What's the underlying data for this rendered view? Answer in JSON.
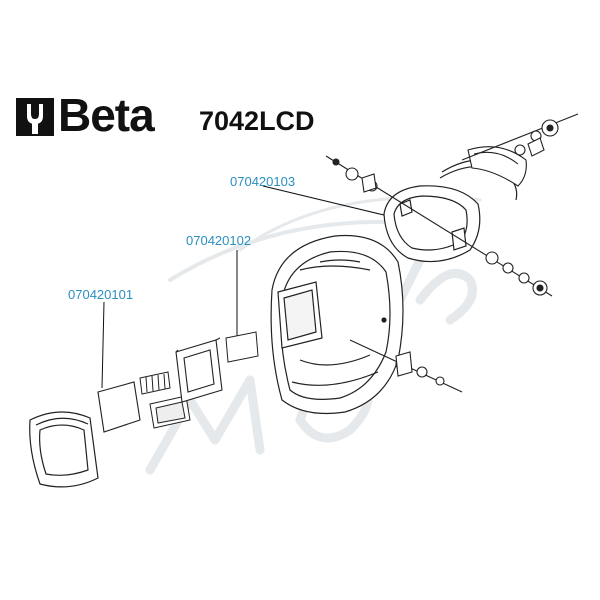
{
  "header": {
    "brand": "Beta",
    "model": "7042LCD",
    "logo_icon": "beta-wrench-logo-icon"
  },
  "parts": [
    {
      "code": "070420101"
    },
    {
      "code": "070420102"
    },
    {
      "code": "070420103"
    }
  ],
  "colors": {
    "label": "#2a8fc1",
    "line_art": "#222222",
    "watermark": "#e9ecee"
  },
  "icons": {
    "helmet": "welding-helmet-icon",
    "headgear": "headgear-icon",
    "lens": "lens-icon"
  }
}
